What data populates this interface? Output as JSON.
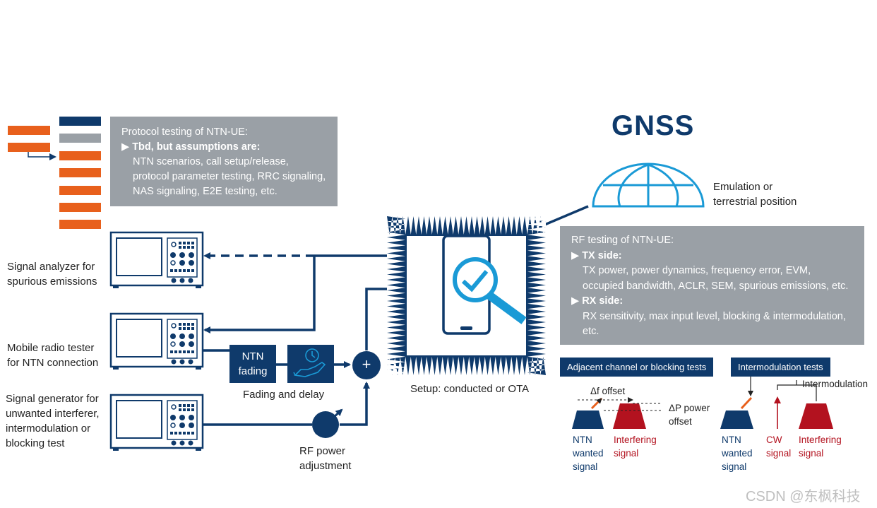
{
  "protocol_box": {
    "title": "Protocol testing of NTN-UE:",
    "bullet": "Tbd, but assumptions are:",
    "lines": [
      "NTN scenarios, call setup/release,",
      "protocol parameter testing, RRC signaling,",
      "NAS signaling, E2E testing, etc."
    ]
  },
  "gnss": {
    "title": "GNSS",
    "note_line1": "Emulation or",
    "note_line2": "terrestrial position"
  },
  "rf_box": {
    "title": "RF testing of NTN-UE:",
    "tx_bullet": "TX side:",
    "tx_lines": [
      "TX power, power dynamics, frequency error, EVM,",
      "occupied bandwidth, ACLR, SEM, spurious emissions, etc."
    ],
    "rx_bullet": "RX side:",
    "rx_lines": [
      "RX sensitivity, max input level, blocking & intermodulation,",
      "etc."
    ]
  },
  "instruments": {
    "analyzer": [
      "Signal analyzer for",
      "spurious emissions"
    ],
    "tester": [
      "Mobile radio tester",
      "for NTN connection"
    ],
    "generator": [
      "Signal generator for",
      "unwanted interferer,",
      "intermodulation or",
      "blocking test"
    ]
  },
  "fading": {
    "box_line1": "NTN",
    "box_line2": "fading",
    "caption": "Fading and delay"
  },
  "combiner_symbol": "+",
  "rf_power": [
    "RF power",
    "adjustment"
  ],
  "setup_caption": "Setup: conducted or OTA",
  "adjacent": {
    "label": "Adjacent channel or blocking tests",
    "df_offset": "Δf offset",
    "dp_line1": "ΔP power",
    "dp_line2": "offset",
    "ntn": [
      "NTN",
      "wanted",
      "signal"
    ],
    "interfering": [
      "Interfering",
      "signal"
    ]
  },
  "intermod": {
    "label": "Intermodulation tests",
    "intermod_text": "Intermodulation",
    "ntn": [
      "NTN",
      "wanted",
      "signal"
    ],
    "cw": [
      "CW",
      "signal"
    ],
    "interfering": [
      "Interfering",
      "signal"
    ]
  },
  "watermark": "CSDN @东枫科技",
  "colors": {
    "navy": "#0f3a6b",
    "orange": "#e8601c",
    "gray": "#9aa0a6",
    "light_blue": "#1a9ad6",
    "red": "#b3121f"
  }
}
